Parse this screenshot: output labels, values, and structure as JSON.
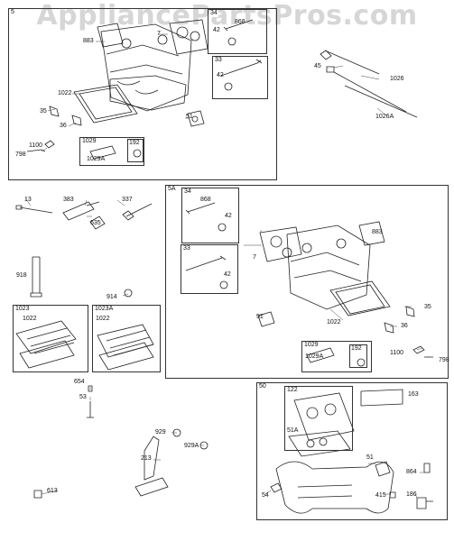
{
  "watermark": "AppliancePartsPros.com",
  "groups": {
    "g5": "5",
    "g5a": "5A",
    "g50": "50",
    "g34": "34",
    "g33": "33",
    "g1029": "1029",
    "g192": "192",
    "g34b": "34",
    "g33b": "33",
    "g1029b": "1029",
    "g192b": "192",
    "g1023": "1023",
    "g1023a": "1023A",
    "g122": "122"
  },
  "parts": {
    "p883": "883",
    "p7": "7",
    "p868a": "868",
    "p42a": "42",
    "p42b": "42",
    "p45": "45",
    "p1026": "1026",
    "p1026a": "1026A",
    "p1022a": "1022",
    "p35a": "35",
    "p36a": "36",
    "p51a": "51",
    "p1100a": "1100",
    "p798a": "798",
    "p1029a_a": "1029A",
    "p13": "13",
    "p383": "383",
    "p337": "337",
    "p635": "635",
    "p868b": "868",
    "p42c": "42",
    "p42d": "42",
    "p883b": "883",
    "p7b": "7",
    "p918": "918",
    "p914": "914",
    "p51b": "51",
    "p1022b": "1022",
    "p35b": "35",
    "p36b": "36",
    "p1029a_b": "1029A",
    "p1100b": "1100",
    "p798b": "798",
    "p1022c": "1022",
    "p1022d": "1022",
    "p654": "654",
    "p53": "53",
    "p163": "163",
    "p51ab": "51A",
    "p929": "929",
    "p929a": "929A",
    "p213": "213",
    "p51c": "51",
    "p864": "864",
    "p613": "613",
    "p54": "54",
    "p415": "415",
    "p186": "186"
  }
}
